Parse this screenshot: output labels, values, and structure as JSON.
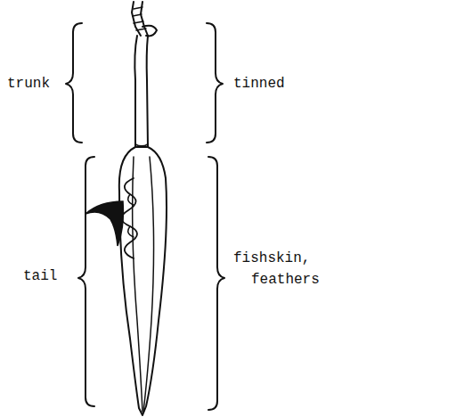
{
  "diagram": {
    "labels": [
      "trunk",
      "tinned",
      "tail",
      "fishskin, feathers"
    ]
  }
}
